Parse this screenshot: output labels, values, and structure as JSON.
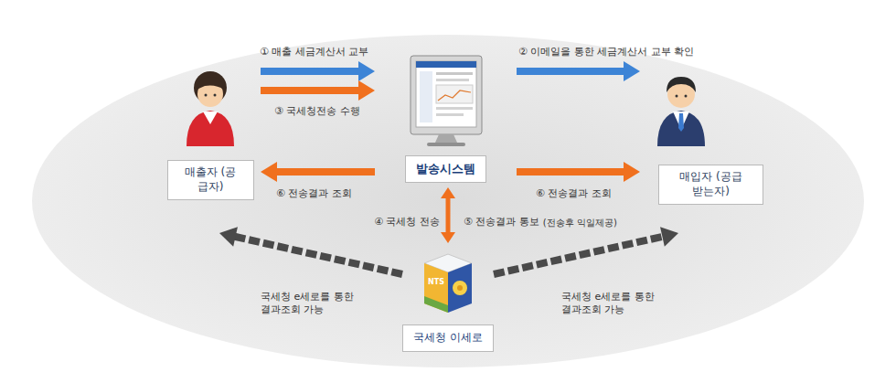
{
  "diagram": {
    "nodes": [
      {
        "text": [
          "매출자 (공급자)"
        ]
      },
      {
        "text": [
          "발송시스템"
        ]
      },
      {
        "text": [
          "매입자 (공급받는자)"
        ]
      },
      {
        "text": [
          "국세청 이세로"
        ]
      }
    ],
    "edges": [
      {
        "from": 0,
        "to": 1,
        "arrow": "to",
        "label": "① 매출 세금계산서 교부"
      },
      {
        "from": 0,
        "to": 1,
        "arrow": "to",
        "label": "③ 국세청전송 수행"
      },
      {
        "from": 1,
        "to": 2,
        "arrow": "to",
        "label": "② 이메일을 통한 세금계산서 교부 확인"
      },
      {
        "from": 1,
        "to": 0,
        "arrow": "to",
        "label": "⑥ 전송결과 조회"
      },
      {
        "from": 1,
        "to": 2,
        "arrow": "to",
        "label": "⑥ 전송결과 조회"
      },
      {
        "from": 1,
        "to": 3,
        "arrow": "both",
        "label": "④ 국세청 전송"
      },
      {
        "from": 3,
        "to": 0,
        "arrow": "to",
        "label": "국세청 e세로를 통한 결과조회 가능"
      },
      {
        "from": 3,
        "to": 2,
        "arrow": "to",
        "label": "국세청 e세로를 통한 결과조회 가능"
      }
    ],
    "labels": [
      "⑤ 전송결과 통보",
      "(전송후 익일제공)",
      "NTS"
    ]
  }
}
